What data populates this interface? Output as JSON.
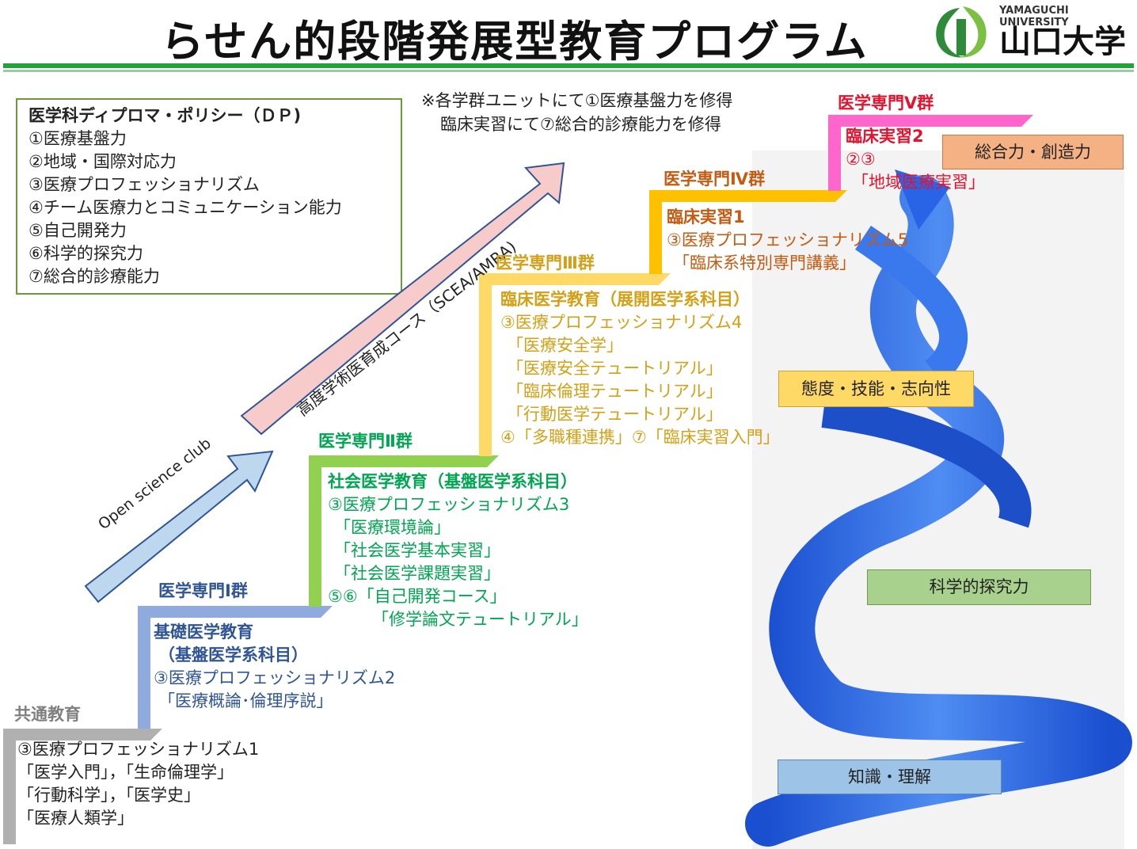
{
  "header": {
    "title": "らせん的段階発展型教育プログラム",
    "logo_en": "YAMAGUCHI UNIVERSITY",
    "logo_ja": "山口大学"
  },
  "dp": {
    "title": "医学科ディプロマ・ポリシー（ＤＰ)",
    "items": [
      "①医療基盤力",
      "②地域・国際対応力",
      "③医療プロフェッショナリズム",
      "④チーム医療力とコミュニケーション能力",
      "⑤自己開発力",
      "⑥科学的探究力",
      "⑦総合的診療能力"
    ]
  },
  "note": {
    "line1": "※各学群ユニットにて①医療基盤力を修得",
    "line2": "臨床実習にて⑦総合的診療能力を修得"
  },
  "arrows": {
    "club": "Open science club",
    "course": "高度学術医育成コース（SCEA/AMRA)"
  },
  "steps": {
    "common": {
      "header": "共通教育",
      "lines": [
        "③医療プロフェッショナリズム1",
        "「医学入門」，「生命倫理学」",
        "「行動科学」，「医学史」",
        "「医療人類学」"
      ]
    },
    "g1": {
      "header": "医学専門Ⅰ群",
      "title1": "基礎医学教育",
      "title2": "（基盤医学系科目）",
      "lines": [
        "③医療プロフェッショナリズム2",
        "「医療概論･倫理序説」"
      ]
    },
    "g2": {
      "header": "医学専門Ⅱ群",
      "title": "社会医学教育（基盤医学系科目）",
      "lines": [
        "③医療プロフェッショナリズム3",
        "「医療環境論」",
        "「社会医学基本実習」",
        "「社会医学課題実習」",
        "⑤⑥「自己開発コース」",
        "「修学論文テュートリアル」"
      ]
    },
    "g3": {
      "header": "医学専門Ⅲ群",
      "title": "臨床医学教育（展開医学系科目）",
      "lines": [
        "③医療プロフェッショナリズム4",
        "「医療安全学」",
        "「医療安全テュートリアル」",
        "「臨床倫理テュートリアル」",
        "「行動医学テュートリアル」",
        "④「多職種連携」⑦「臨床実習入門」"
      ]
    },
    "g4": {
      "header": "医学専門Ⅳ群",
      "title": "臨床実習1",
      "lines": [
        "③医療プロフェッショナリズム5",
        "「臨床系特別専門講義」"
      ]
    },
    "g5": {
      "header": "医学専門Ⅴ群",
      "title": "臨床実習2",
      "lines": [
        "②③",
        "「地域医療実習」"
      ]
    }
  },
  "spiral_labels": {
    "creativity": "総合力・創造力",
    "attitude": "態度・技能・志向性",
    "inquiry": "科学的探究力",
    "knowledge": "知識・理解"
  },
  "colors": {
    "common": "#b0b0b0",
    "g1": "#8faadc",
    "g2": "#92d050",
    "g3": "#ffd966",
    "g4": "#ffc000",
    "g5": "#ff66cc",
    "spiral": "#2a64e6"
  }
}
